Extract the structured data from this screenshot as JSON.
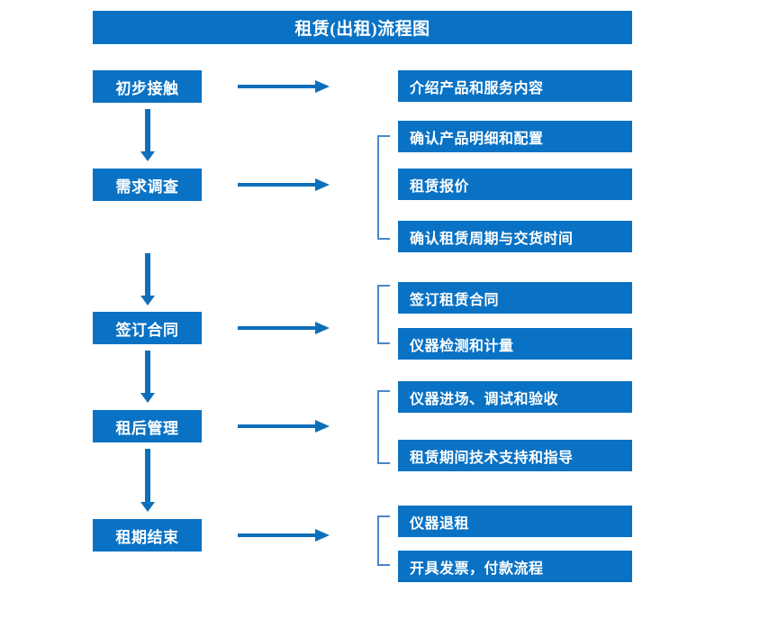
{
  "title": "租赁(出租)流程图",
  "colors": {
    "box_fill": "#0a72c4",
    "box_text": "#ffffff",
    "arrow": "#0d6fba",
    "bracket": "#4a86c8",
    "background": "#ffffff"
  },
  "stages": [
    {
      "label": "初步接触"
    },
    {
      "label": "需求调查"
    },
    {
      "label": "签订合同"
    },
    {
      "label": "租后管理"
    },
    {
      "label": "租期结束"
    }
  ],
  "details": [
    {
      "label": "介绍产品和服务内容"
    },
    {
      "label": "确认产品明细和配置"
    },
    {
      "label": "租赁报价"
    },
    {
      "label": "确认租赁周期与交货时间"
    },
    {
      "label": "签订租赁合同"
    },
    {
      "label": "仪器检测和计量"
    },
    {
      "label": "仪器进场、调试和验收"
    },
    {
      "label": "租赁期间技术支持和指导"
    },
    {
      "label": "仪器退租"
    },
    {
      "label": "开具发票，付款流程"
    }
  ],
  "chart_data": {
    "type": "diagram",
    "title": "租赁(出租)流程图",
    "diagram_kind": "flowchart",
    "orientation": "vertical-with-side-branches",
    "nodes": [
      {
        "id": "stage1",
        "label": "初步接触",
        "column": "stage"
      },
      {
        "id": "stage2",
        "label": "需求调查",
        "column": "stage"
      },
      {
        "id": "stage3",
        "label": "签订合同",
        "column": "stage"
      },
      {
        "id": "stage4",
        "label": "租后管理",
        "column": "stage"
      },
      {
        "id": "stage5",
        "label": "租期结束",
        "column": "stage"
      },
      {
        "id": "d1",
        "label": "介绍产品和服务内容",
        "column": "detail"
      },
      {
        "id": "d2",
        "label": "确认产品明细和配置",
        "column": "detail"
      },
      {
        "id": "d3",
        "label": "租赁报价",
        "column": "detail"
      },
      {
        "id": "d4",
        "label": "确认租赁周期与交货时间",
        "column": "detail"
      },
      {
        "id": "d5",
        "label": "签订租赁合同",
        "column": "detail"
      },
      {
        "id": "d6",
        "label": "仪器检测和计量",
        "column": "detail"
      },
      {
        "id": "d7",
        "label": "仪器进场、调试和验收",
        "column": "detail"
      },
      {
        "id": "d8",
        "label": "租赁期间技术支持和指导",
        "column": "detail"
      },
      {
        "id": "d9",
        "label": "仪器退租",
        "column": "detail"
      },
      {
        "id": "d10",
        "label": "开具发票，付款流程",
        "column": "detail"
      }
    ],
    "edges": [
      {
        "from": "stage1",
        "to": "stage2",
        "kind": "arrow-down"
      },
      {
        "from": "stage2",
        "to": "stage3",
        "kind": "arrow-down"
      },
      {
        "from": "stage3",
        "to": "stage4",
        "kind": "arrow-down"
      },
      {
        "from": "stage4",
        "to": "stage5",
        "kind": "arrow-down"
      },
      {
        "from": "stage1",
        "to": "d1",
        "kind": "arrow-right"
      },
      {
        "from": "stage2",
        "to": "group2",
        "kind": "arrow-right"
      },
      {
        "from": "stage3",
        "to": "group3",
        "kind": "arrow-right"
      },
      {
        "from": "stage4",
        "to": "group4",
        "kind": "arrow-right"
      },
      {
        "from": "stage5",
        "to": "group5",
        "kind": "arrow-right"
      }
    ],
    "groups": [
      {
        "id": "group2",
        "members": [
          "d2",
          "d3",
          "d4"
        ],
        "bracket": true
      },
      {
        "id": "group3",
        "members": [
          "d5",
          "d6"
        ],
        "bracket": true
      },
      {
        "id": "group4",
        "members": [
          "d7",
          "d8"
        ],
        "bracket": true
      },
      {
        "id": "group5",
        "members": [
          "d9",
          "d10"
        ],
        "bracket": true
      }
    ]
  }
}
